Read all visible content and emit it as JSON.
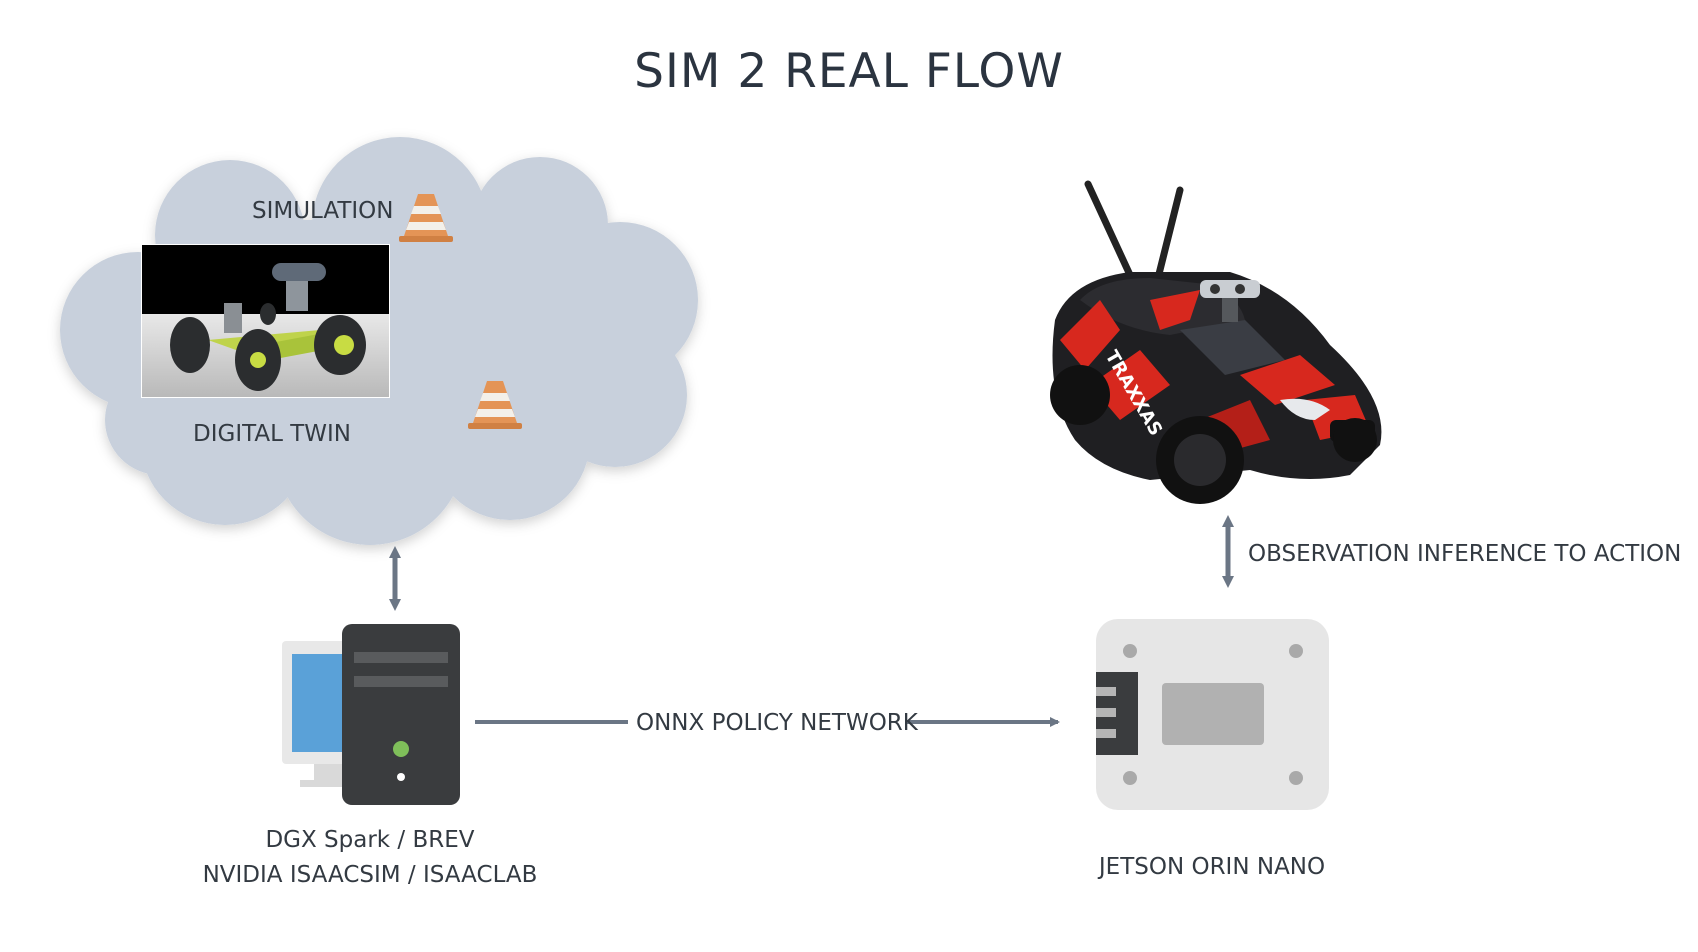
{
  "title": "SIM 2 REAL FLOW",
  "cloud": {
    "simulation_label": "SIMULATION",
    "digital_twin_label": "DIGITAL TWIN"
  },
  "workstation": {
    "line1": "DGX Spark / BREV",
    "line2": "NVIDIA ISAACSIM / ISAACLAB"
  },
  "link": {
    "label": "ONNX POLICY NETWORK"
  },
  "jetson": {
    "label": "JETSON ORIN NANO"
  },
  "car": {
    "arrow_label": "OBSERVATION INFERENCE TO ACTION",
    "brand_text": "TRAXXAS"
  },
  "colors": {
    "cloud_fill": "#c8d0dc",
    "arrow": "#6b7685",
    "server_body": "#3a3c3e",
    "monitor_screen": "#5aa1d8",
    "jetson_body": "#e6e6e6",
    "car_red": "#d7281e",
    "cone_orange": "#e49456"
  }
}
